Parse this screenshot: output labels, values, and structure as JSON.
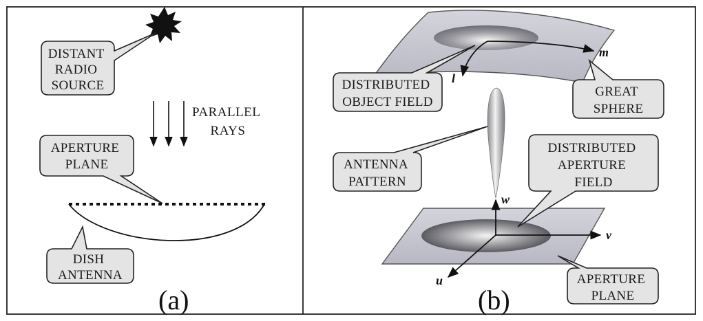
{
  "panels": {
    "a": {
      "label": "(a)"
    },
    "b": {
      "label": "(b)"
    }
  },
  "callouts": {
    "distant_radio_source": [
      "DISTANT",
      "RADIO",
      "SOURCE"
    ],
    "aperture_plane_a": [
      "APERTURE",
      "PLANE"
    ],
    "dish_antenna": [
      "DISH",
      "ANTENNA"
    ],
    "distributed_object_field": [
      "DISTRIBUTED",
      "OBJECT FIELD"
    ],
    "great_sphere": [
      "GREAT",
      "SPHERE"
    ],
    "antenna_pattern": [
      "ANTENNA",
      "PATTERN"
    ],
    "distributed_aperture_field": [
      "DISTRIBUTED",
      "APERTURE",
      "FIELD"
    ],
    "aperture_plane_b": [
      "APERTURE",
      "PLANE"
    ]
  },
  "labels": {
    "parallel_rays": [
      "PARALLEL",
      "RAYS"
    ]
  },
  "axes": {
    "l": "l",
    "m": "m",
    "u": "u",
    "v": "v",
    "w": "w"
  },
  "colors": {
    "frame": "#222222",
    "callout_fill": "#e4e4e4",
    "surface_fill": "#c9c9d3",
    "ink": "#111111"
  }
}
